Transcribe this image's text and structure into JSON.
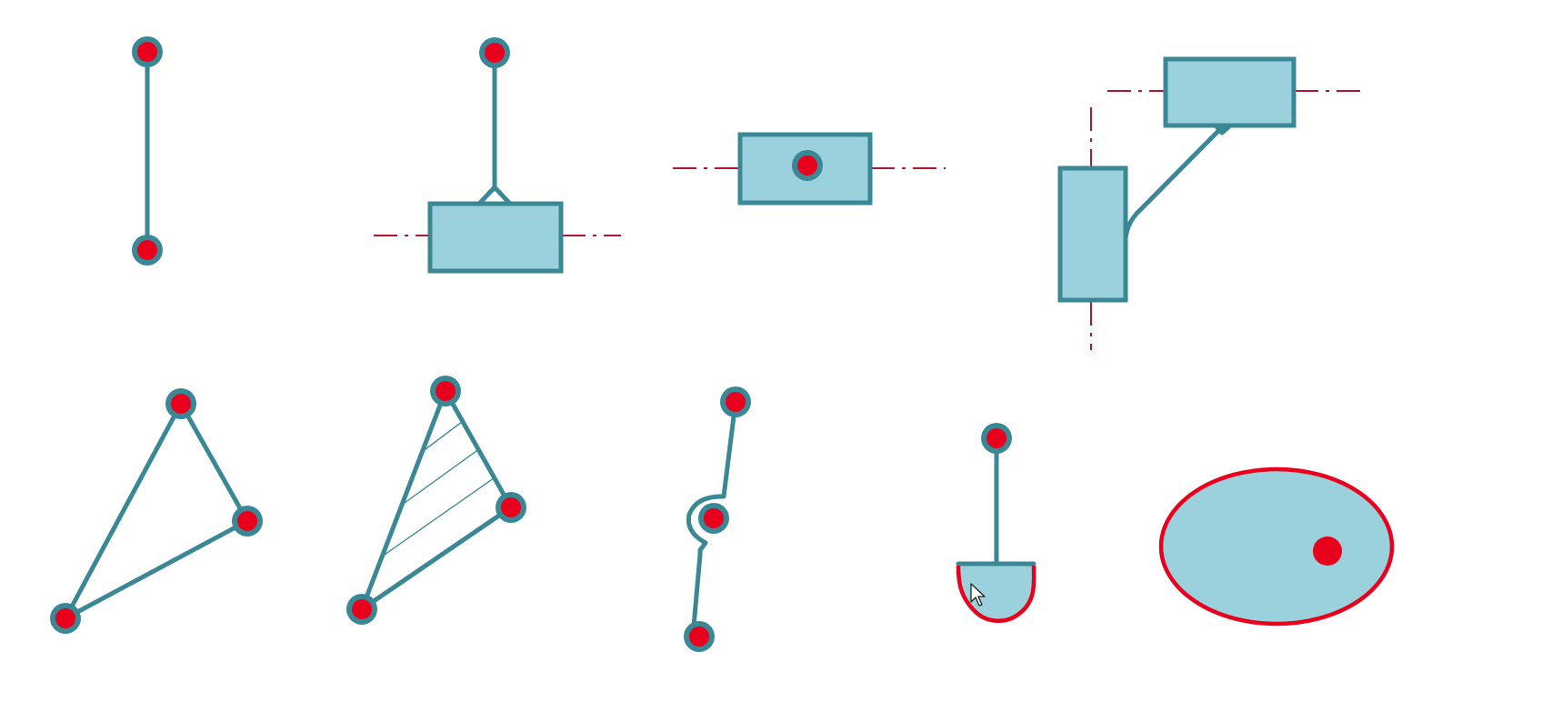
{
  "colors": {
    "link": "#3a8796",
    "fill": "#9bd1dc",
    "joint": "#e8001c",
    "axis": "#b0162e",
    "background": "#ffffff"
  },
  "symbols": [
    {
      "id": "binary-link",
      "description_icon": "binary-link-icon"
    },
    {
      "id": "link-with-slider",
      "description_icon": "slider-link-icon"
    },
    {
      "id": "slider-block",
      "description_icon": "slider-block-icon"
    },
    {
      "id": "orthogonal-sliders",
      "description_icon": "orthogonal-sliders-icon"
    },
    {
      "id": "ternary-link",
      "description_icon": "ternary-link-icon"
    },
    {
      "id": "ternary-link-rigid",
      "description_icon": "hatched-ternary-link-icon"
    },
    {
      "id": "link-with-crossover",
      "description_icon": "crossover-link-icon"
    },
    {
      "id": "link-with-cam-follower",
      "description_icon": "cam-follower-icon"
    },
    {
      "id": "ellipse-body",
      "description_icon": "ellipse-body-icon"
    }
  ],
  "cursor": {
    "icon": "arrow-cursor-icon"
  }
}
